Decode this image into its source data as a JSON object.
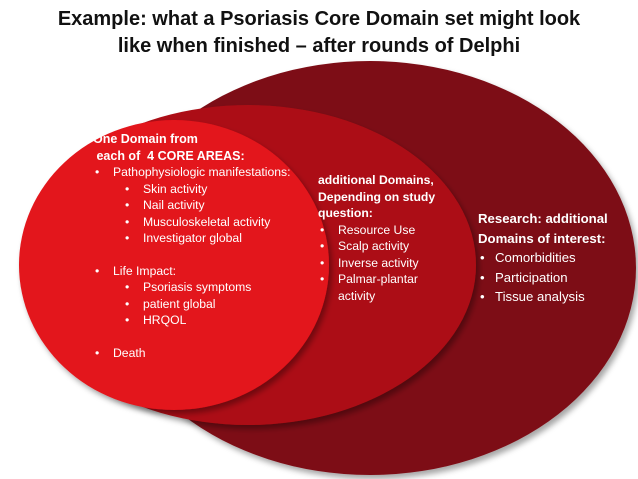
{
  "title": {
    "line1": "Example: what a Psoriasis Core Domain set might look",
    "line2": "like when finished – after rounds of Delphi"
  },
  "colors": {
    "outer_ellipse": "#7d0e17",
    "middle_ellipse": "#ac0f14",
    "inner_circle": "#e3141b",
    "text": "#ffffff"
  },
  "core": {
    "heading_line1": "One Domain from",
    "heading_line2": " each of  4 CORE AREAS:",
    "patho": {
      "label": "Pathophysiologic manifestations:",
      "items": [
        "Skin activity",
        "Nail activity",
        "Musculoskeletal activity",
        "Investigator global"
      ]
    },
    "life": {
      "label": "Life Impact:",
      "items": [
        "Psoriasis symptoms",
        "patient global",
        "HRQOL"
      ]
    },
    "death": "Death"
  },
  "additional": {
    "heading_line1": "additional Domains,",
    "heading_line2": "Depending on study",
    "heading_line3": "question:",
    "items": [
      "Resource Use",
      "Scalp activity",
      "Inverse activity",
      "Palmar-plantar activity"
    ]
  },
  "research": {
    "heading_line1": "Research: additional",
    "heading_line2": "Domains of interest:",
    "items": [
      "Comorbidities",
      "Participation",
      "Tissue analysis"
    ]
  }
}
